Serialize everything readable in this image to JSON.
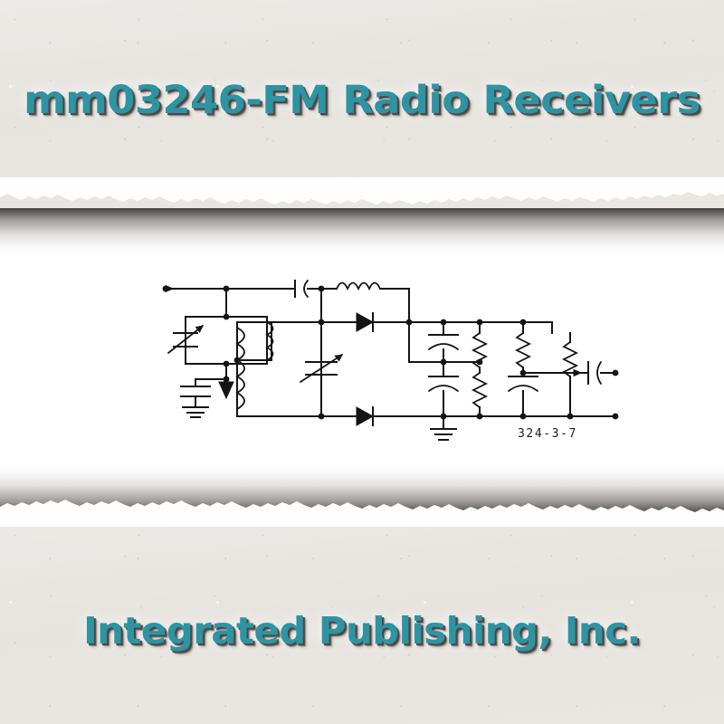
{
  "page": {
    "title": "mm03246-FM Radio Receivers",
    "footer": "Integrated Publishing, Inc.",
    "accent_color": "#2e94a3",
    "shadow_color": "#4a423e",
    "paper_color": "#e9e6e2",
    "sheet_color": "#ffffff",
    "ink_color": "#141414"
  },
  "banner": {
    "title_text": "mm03246-FM Radio Receivers",
    "footer_text": "Integrated Publishing, Inc."
  },
  "figure": {
    "label": "324-3-7",
    "caption": "",
    "description": "FM discriminator / ratio detector schematic diagram",
    "components": [
      {
        "id": "input-terminal",
        "type": "terminal",
        "label": ""
      },
      {
        "id": "tuning-capacitor",
        "type": "variable-capacitor",
        "label": ""
      },
      {
        "id": "primary-coil",
        "type": "inductor",
        "label": ""
      },
      {
        "id": "bypass-capacitor",
        "type": "capacitor",
        "label": ""
      },
      {
        "id": "chassis-ground",
        "type": "ground-triangle",
        "label": ""
      },
      {
        "id": "coupling-capacitor",
        "type": "capacitor",
        "label": ""
      },
      {
        "id": "rf-choke",
        "type": "inductor",
        "label": ""
      },
      {
        "id": "secondary-coil",
        "type": "center-tapped-inductor",
        "label": ""
      },
      {
        "id": "trimmer-capacitor",
        "type": "variable-capacitor",
        "label": ""
      },
      {
        "id": "diode-upper",
        "type": "diode",
        "label": ""
      },
      {
        "id": "diode-lower",
        "type": "diode",
        "label": ""
      },
      {
        "id": "filter-capacitor-upper",
        "type": "capacitor",
        "label": ""
      },
      {
        "id": "filter-capacitor-lower",
        "type": "capacitor",
        "label": ""
      },
      {
        "id": "earth-ground",
        "type": "ground-earth",
        "label": ""
      },
      {
        "id": "load-resistor-upper",
        "type": "resistor",
        "label": ""
      },
      {
        "id": "load-resistor-lower",
        "type": "resistor",
        "label": ""
      },
      {
        "id": "de-emphasis-resistor",
        "type": "resistor",
        "label": ""
      },
      {
        "id": "de-emphasis-capacitor",
        "type": "capacitor",
        "label": ""
      },
      {
        "id": "volume-potentiometer",
        "type": "potentiometer",
        "label": ""
      },
      {
        "id": "output-capacitor",
        "type": "capacitor",
        "label": ""
      },
      {
        "id": "output-terminal",
        "type": "terminal",
        "label": ""
      }
    ]
  }
}
